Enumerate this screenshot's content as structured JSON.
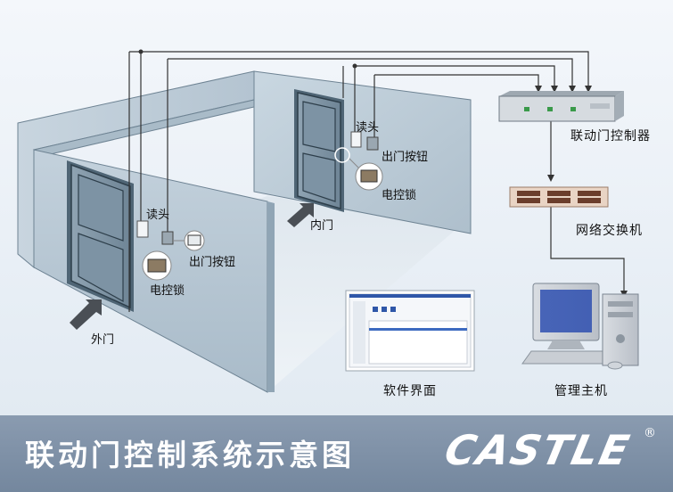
{
  "labels": {
    "reader_outer": "读头",
    "reader_inner": "读头",
    "exit_button_outer": "出门按钮",
    "exit_button_inner": "出门按钮",
    "lock_outer": "电控锁",
    "lock_inner": "电控锁",
    "outer_door": "外门",
    "inner_door": "内门",
    "controller": "联动门控制器",
    "switch": "网络交换机",
    "software_ui": "软件界面",
    "host": "管理主机"
  },
  "footer": {
    "title": "联动门控制系统示意图",
    "brand": "CASTLE",
    "registered": "®"
  },
  "colors": {
    "wall": "#bfcdd8",
    "wire": "#333333",
    "footer": "#7b8ea4"
  }
}
